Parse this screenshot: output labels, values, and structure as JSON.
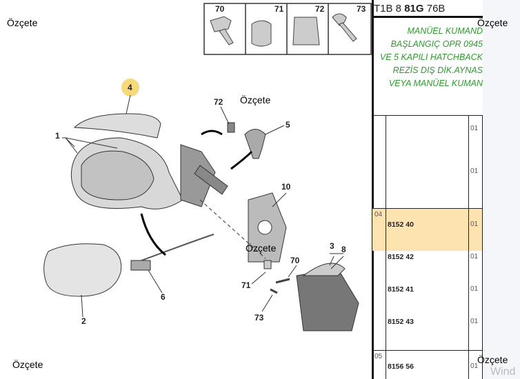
{
  "overlay_label": "Özçete",
  "watermark": "Wind",
  "header": {
    "prefix": "T1B 8",
    "bold": "81G",
    "suffix": "76B"
  },
  "description": [
    "MANÜEL KUMAND",
    "BAŞLANGIÇ OPR 0945",
    "VE 5 KAPILI HATCHBACK",
    "REZİS DIŞ DİK.AYNAS",
    "VEYA MANÜEL KUMAN"
  ],
  "parts_box": [
    "70",
    "71",
    "72",
    "73"
  ],
  "callouts": {
    "c4": "4",
    "c1": "1",
    "c72": "72",
    "c5": "5",
    "c10": "10",
    "c3": "3",
    "c8": "8",
    "c70": "70",
    "c71": "71",
    "c73": "73",
    "c6": "6",
    "c2": "2"
  },
  "rows": [
    {
      "pos": "",
      "ref": "",
      "qty": "01"
    },
    {
      "pos": "",
      "ref": "",
      "qty": "01"
    },
    {
      "pos": "04",
      "ref": "8152 40",
      "qty": "01",
      "highlight": true
    },
    {
      "pos": "",
      "ref": "8152 42",
      "qty": "01"
    },
    {
      "pos": "",
      "ref": "8152 41",
      "qty": "01"
    },
    {
      "pos": "",
      "ref": "8152 43",
      "qty": "01"
    },
    {
      "pos": "05",
      "ref": "8156 56",
      "qty": "01"
    }
  ],
  "colors": {
    "highlight": "#fde3b0",
    "description": "#2e9a2e",
    "callout_circle": "#f5d97a"
  }
}
